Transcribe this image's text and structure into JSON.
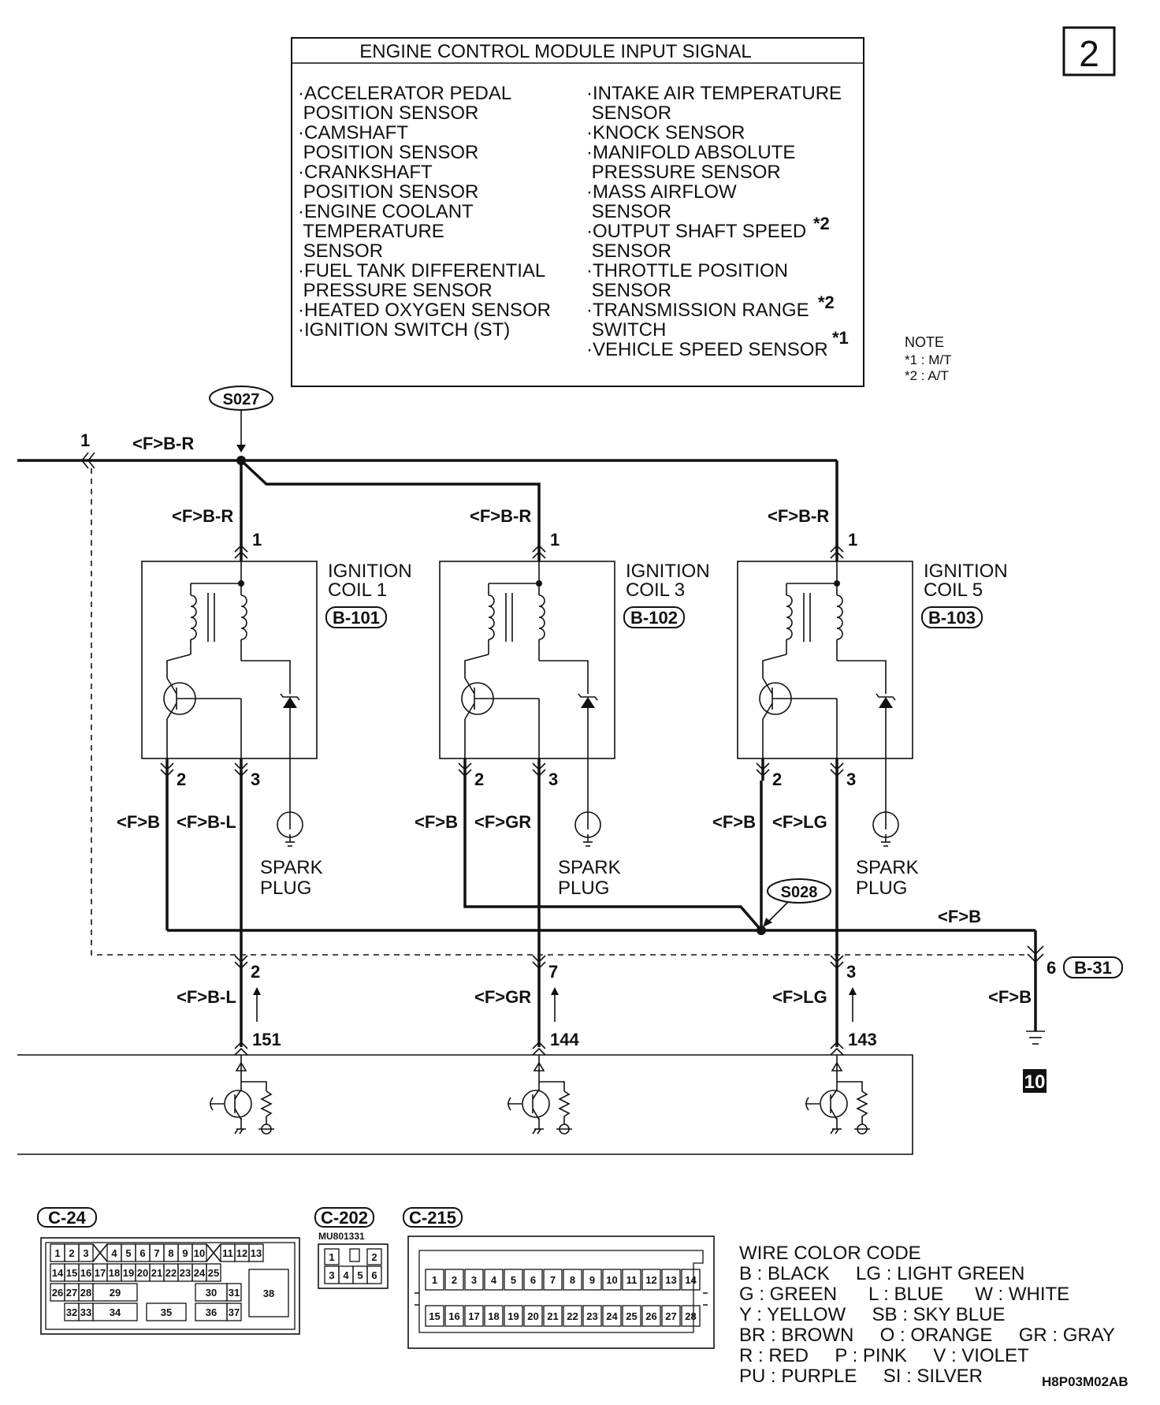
{
  "page_number": "2",
  "signal_box": {
    "title": "ENGINE CONTROL MODULE INPUT SIGNAL",
    "left": [
      "·ACCELERATOR PEDAL",
      " POSITION SENSOR",
      "·CAMSHAFT",
      " POSITION SENSOR",
      "·CRANKSHAFT",
      " POSITION SENSOR",
      "·ENGINE COOLANT",
      " TEMPERATURE",
      " SENSOR",
      "·FUEL TANK DIFFERENTIAL",
      " PRESSURE SENSOR",
      "·HEATED OXYGEN SENSOR",
      "·IGNITION SWITCH (ST)"
    ],
    "right": [
      "·INTAKE AIR TEMPERATURE",
      " SENSOR",
      "·KNOCK SENSOR",
      "·MANIFOLD ABSOLUTE",
      " PRESSURE SENSOR",
      "·MASS AIRFLOW",
      " SENSOR",
      "·OUTPUT SHAFT SPEED",
      " SENSOR",
      "·THROTTLE POSITION",
      " SENSOR",
      "·TRANSMISSION RANGE",
      " SWITCH",
      "·VEHICLE SPEED SENSOR"
    ],
    "mark2": "*2",
    "mark1": "*1"
  },
  "note": {
    "title": "NOTE",
    "line1": "*1 : M/T",
    "line2": "*2 : A/T"
  },
  "splices": {
    "s027": "S027",
    "s028": "S028"
  },
  "main": {
    "left_pin": "1",
    "left_wire": "<F>B-R"
  },
  "coils": [
    {
      "name1": "IGNITION",
      "name2": "COIL 1",
      "conn": "B-101",
      "top_wire": "<F>B-R",
      "pin_top": "1",
      "pin2": "2",
      "pin3": "3",
      "wire2": "<F>B",
      "wire3": "<F>B-L",
      "ecm_pin": "2",
      "ecm_wire": "<F>B-L",
      "ecm_term": "151"
    },
    {
      "name1": "IGNITION",
      "name2": "COIL 3",
      "conn": "B-102",
      "top_wire": "<F>B-R",
      "pin_top": "1",
      "pin2": "2",
      "pin3": "3",
      "wire2": "<F>B",
      "wire3": "<F>GR",
      "ecm_pin": "7",
      "ecm_wire": "<F>GR",
      "ecm_term": "144"
    },
    {
      "name1": "IGNITION",
      "name2": "COIL 5",
      "conn": "B-103",
      "top_wire": "<F>B-R",
      "pin_top": "1",
      "pin2": "2",
      "pin3": "3",
      "wire2": "<F>B",
      "wire3": "<F>LG",
      "ecm_pin": "3",
      "ecm_wire": "<F>LG",
      "ecm_term": "143"
    }
  ],
  "spark": {
    "line1": "SPARK",
    "line2": "PLUG"
  },
  "ground": {
    "wire_top": "<F>B",
    "pin": "6",
    "conn": "B-31",
    "wire_bottom": "<F>B",
    "ground_no": "10"
  },
  "connectors": {
    "c24": {
      "name": "C-24",
      "row1": [
        "1",
        "2",
        "3",
        "4",
        "5",
        "6",
        "7",
        "8",
        "9",
        "10",
        "11",
        "12",
        "13"
      ],
      "row2": [
        "14",
        "15",
        "16",
        "17",
        "18",
        "19",
        "20",
        "21",
        "22",
        "23",
        "24",
        "25"
      ],
      "row3": [
        "26",
        "27",
        "28",
        "29",
        "30",
        "31"
      ],
      "row4": [
        "32",
        "33",
        "34",
        "35",
        "36",
        "37"
      ],
      "big": "38"
    },
    "c202": {
      "name": "C-202",
      "part": "MU801331",
      "row1": [
        "1",
        "2"
      ],
      "row2": [
        "3",
        "4",
        "5",
        "6"
      ]
    },
    "c215": {
      "name": "C-215",
      "row1": [
        "1",
        "2",
        "3",
        "4",
        "5",
        "6",
        "7",
        "8",
        "9",
        "10",
        "11",
        "12",
        "13",
        "14"
      ],
      "row2": [
        "15",
        "16",
        "17",
        "18",
        "19",
        "20",
        "21",
        "22",
        "23",
        "24",
        "25",
        "26",
        "27",
        "28"
      ]
    }
  },
  "legend": {
    "title": "WIRE COLOR CODE",
    "lines": [
      "B : BLACK     LG : LIGHT GREEN",
      "G : GREEN      L : BLUE      W : WHITE",
      "Y : YELLOW     SB : SKY BLUE",
      "BR : BROWN     O : ORANGE     GR : GRAY",
      "R : RED     P : PINK     V : VIOLET",
      "PU : PURPLE     SI : SILVER"
    ],
    "code": "H8P03M02AB"
  }
}
